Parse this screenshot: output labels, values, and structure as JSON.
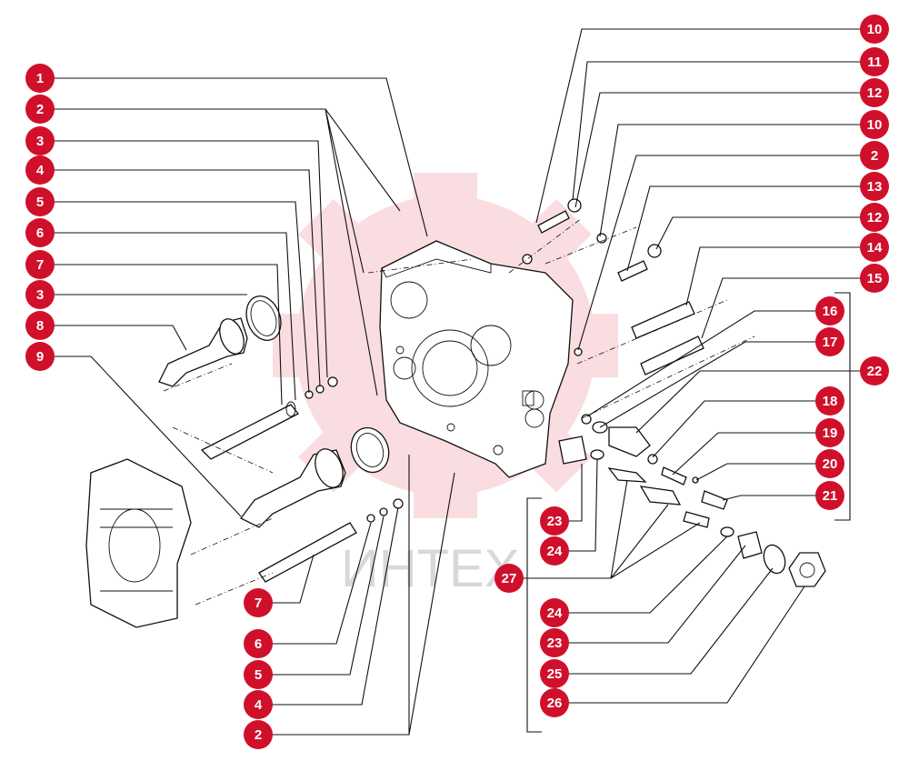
{
  "watermark": {
    "text": "ИНТЕХ",
    "gear_color": "#e74a57"
  },
  "callout_color": "#d0102b",
  "callouts_left": [
    "1",
    "2",
    "3",
    "4",
    "5",
    "6",
    "7",
    "3",
    "8",
    "9"
  ],
  "callouts_right": [
    "10",
    "11",
    "12",
    "10",
    "2",
    "13",
    "12",
    "14",
    "15",
    "16",
    "17",
    "22",
    "18",
    "19",
    "20",
    "21"
  ],
  "callouts_middle": [
    "23",
    "24",
    "27"
  ],
  "callouts_bottom_left": [
    "7",
    "6",
    "5",
    "4",
    "2"
  ],
  "callouts_bottom_right": [
    "24",
    "23",
    "25",
    "26"
  ]
}
